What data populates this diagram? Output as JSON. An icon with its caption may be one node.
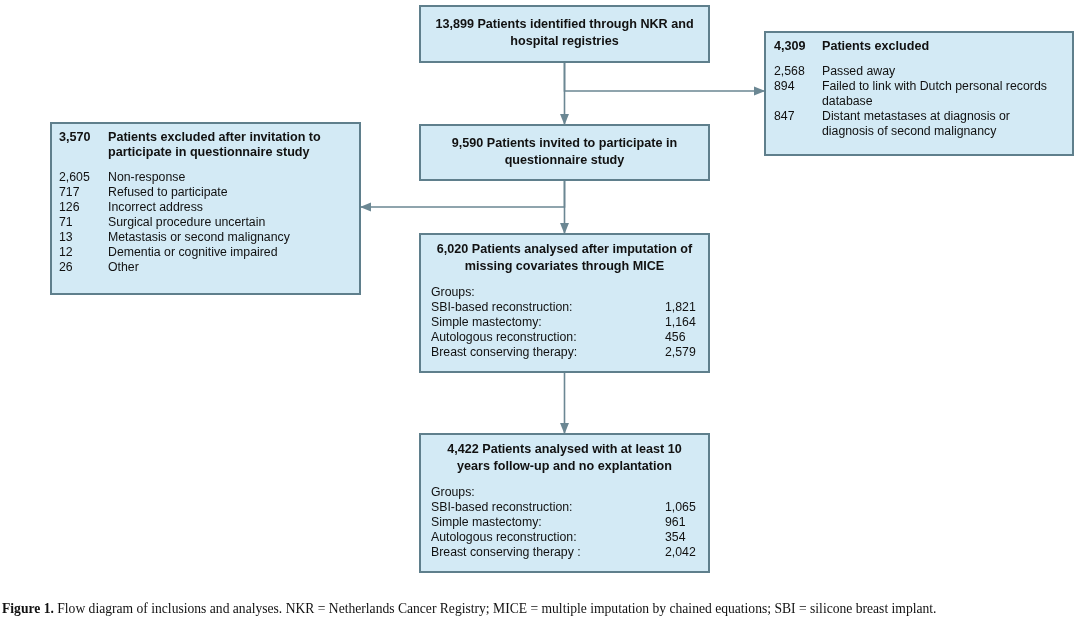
{
  "diagram": {
    "caption": "**Figure 1.** Flow diagram of inclusions and analyses. NKR = Netherlands Cancer Registry; MICE = multiple imputation by chained equations; SBI = silicone breast implant.",
    "nodes": [
      {
        "text": [
          "13,899 Patients identified through NKR and hospital registries"
        ]
      },
      {
        "text": [
          "4,309",
          "Patients excluded",
          "2,568",
          "Passed away",
          "894",
          "Failed to link with Dutch personal records database",
          "847",
          "Distant metastases at diagnosis or diagnosis of second malignancy"
        ]
      },
      {
        "text": [
          "9,590 Patients invited to participate in questionnaire study"
        ]
      },
      {
        "text": [
          "3,570",
          "Patients excluded after invitation to participate in questionnaire study",
          "2,605",
          "Non-response",
          "717",
          "Refused to participate",
          "126",
          "Incorrect address",
          "71",
          "Surgical procedure uncertain",
          "13",
          "Metastasis or second malignancy",
          "12",
          "Dementia or cognitive impaired",
          "26",
          "Other"
        ]
      },
      {
        "text": [
          "6,020 Patients analysed after imputation of missing covariates through MICE",
          "Groups:",
          "SBI-based reconstruction:",
          "1,821",
          "Simple mastectomy:",
          "1,164",
          "Autologous reconstruction:",
          "456",
          "Breast conserving therapy:",
          "2,579"
        ]
      },
      {
        "text": [
          "4,422 Patients analysed with at least 10 years follow-up and no explantation",
          "Groups:",
          "SBI-based reconstruction:",
          "1,065",
          "Simple mastectomy:",
          "961",
          "Autologous reconstruction:",
          "354",
          "Breast conserving therapy :",
          "2,042"
        ]
      }
    ],
    "edges": [
      {
        "from": 0,
        "to": 2,
        "arrow": "to"
      },
      {
        "from": 0,
        "to": 1,
        "arrow": "to"
      },
      {
        "from": 2,
        "to": 4,
        "arrow": "to"
      },
      {
        "from": 2,
        "to": 3,
        "arrow": "to"
      },
      {
        "from": 4,
        "to": 5,
        "arrow": "to"
      }
    ]
  }
}
